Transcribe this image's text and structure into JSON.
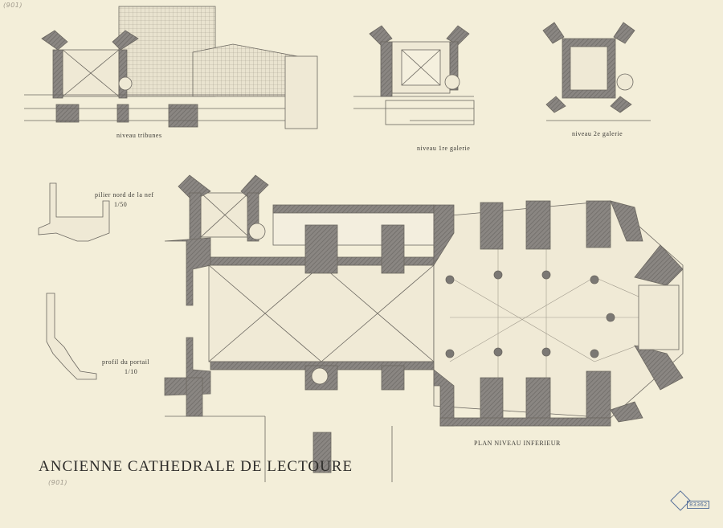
{
  "title": "ANCIENNE CATHEDRALE DE LECTOURE",
  "labels": {
    "tribunes": "niveau tribunes",
    "galerie1": "niveau 1re galerie",
    "galerie2": "niveau 2e galerie",
    "pilier": "pilier nord de la nef",
    "pilier_scale": "1/50",
    "portail": "profil du portail",
    "portail_scale": "1/10",
    "plan": "PLAN NIVEAU INFERIEUR"
  },
  "annotations": {
    "corner": "(901)",
    "pencil": "(901)",
    "stamp_number": "83362"
  },
  "colors": {
    "paper": "#f3eed9",
    "wall": "#7d7a76",
    "line": "#6b6760"
  }
}
